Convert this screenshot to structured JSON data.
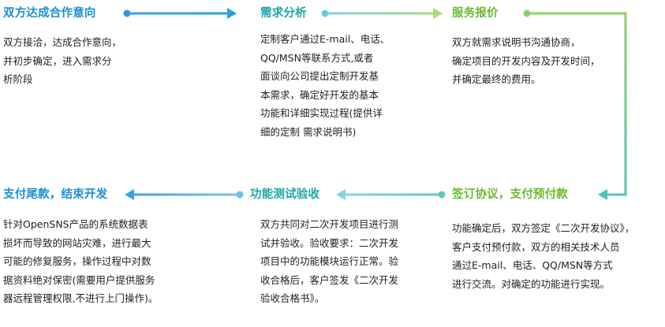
{
  "colors": {
    "blue": "#1a8fd6",
    "teal": "#1aa6a8",
    "green": "#6aba2e",
    "green_light": "#9ed36a",
    "text": "#222222"
  },
  "steps": [
    {
      "title": "双方达成合作意向",
      "lines": [
        "双方接洽，达成合作意向，",
        "并初步确定，进入需求分",
        "析阶段"
      ]
    },
    {
      "title": "需求分析",
      "lines": [
        "定制客户通过E-mail、电话、",
        "QQ/MSN等联系方式,或者",
        "面谈向公司提出定制开发基",
        "本需求，确定好开发的基本",
        "功能和详细实现过程(提供详",
        "细的定制 需求说明书)"
      ]
    },
    {
      "title": "服务报价",
      "lines": [
        "双方就需求说明书沟通协商，",
        "确定项目的开发内容及开发时间，",
        "并确定最终的费用。"
      ]
    },
    {
      "title": "签订协议，支付预付款",
      "lines": [
        "功能确定后，双方签定《二次开发协议》，",
        "客户支付预付款，双方的相关技术人员",
        "通过E-mail、电话、QQ/MSN等方式",
        "进行交流。对确定的功能进行实现。"
      ]
    },
    {
      "title": "功能测试验收",
      "lines": [
        "双方共同对二次开发项目进行测",
        "试并验收。验收要求：二次开发",
        "项目中的功能模块运行正常。验",
        "收合格后，客户签发《二次开发",
        "验收合格书》。"
      ]
    },
    {
      "title": "支付尾款，结束开发",
      "lines": [
        "针对OpenSNS产品的系统数据表",
        "损坏而导致的网站灾难，进行最大",
        "可能的修复服务，操作过程中对数",
        "据资料绝对保密(需要用户提供服务",
        "器远程管理权限,不进行上门操作)。"
      ]
    }
  ]
}
